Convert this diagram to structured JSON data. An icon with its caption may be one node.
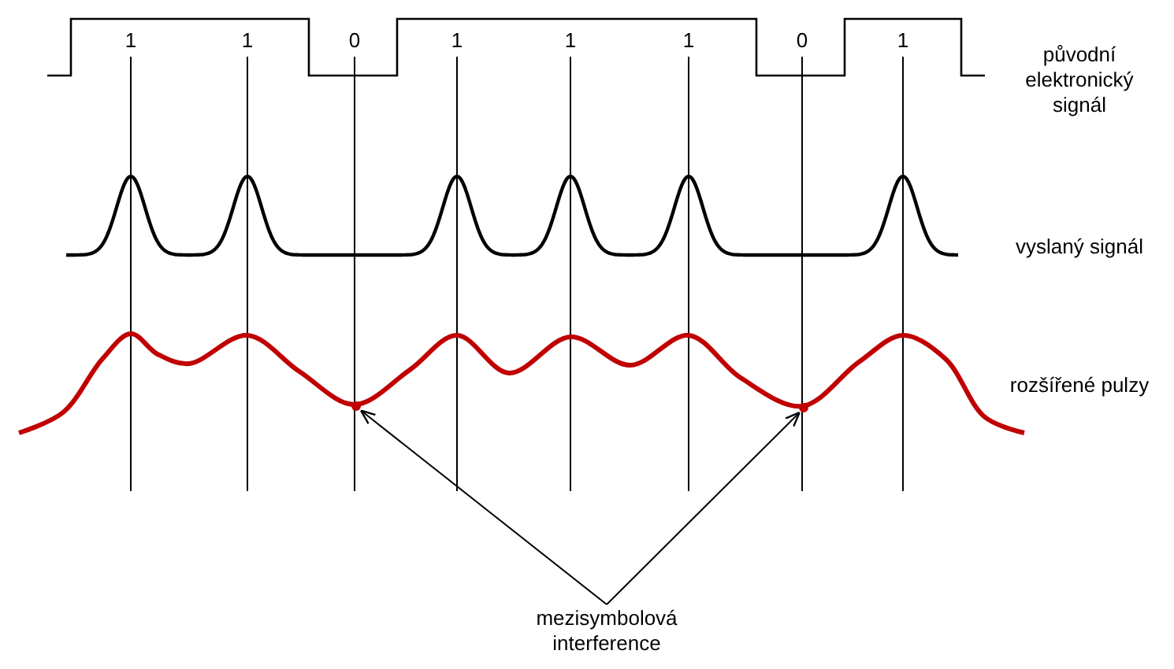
{
  "diagram": {
    "nodes": [
      {
        "text": [],
        "shape": "point"
      },
      {
        "text": [],
        "shape": "point"
      },
      {
        "text": [
          "mezisymbolová interference"
        ]
      }
    ],
    "edges": [
      {
        "from": 2,
        "to": 0,
        "arrow": "to"
      },
      {
        "from": 2,
        "to": 1,
        "arrow": "to"
      }
    ],
    "labels": [
      "1",
      "1",
      "0",
      "1",
      "1",
      "1",
      "0",
      "1",
      "původní elektronický signál",
      "vyslaný signál",
      "rozšířené pulzy"
    ]
  }
}
